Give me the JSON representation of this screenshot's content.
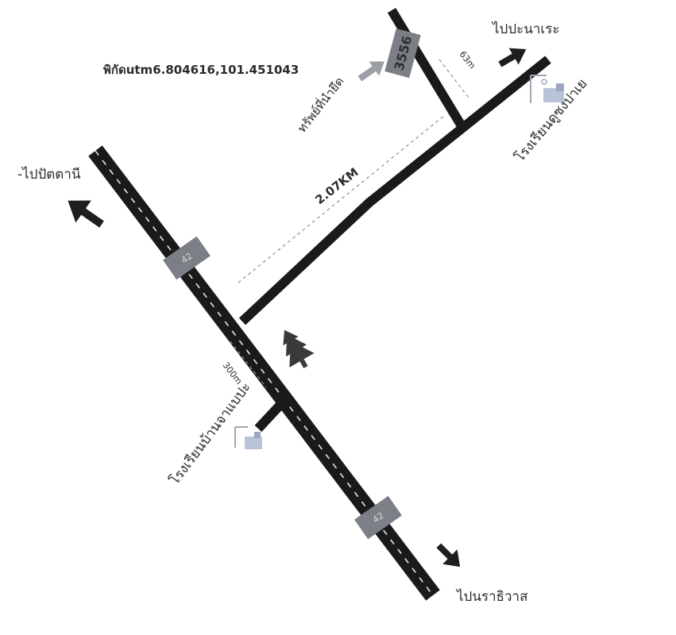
{
  "coordinates_label": "พิกัดutm6.804616,101.451043",
  "destinations": {
    "north_east": "ไปปะนาเระ",
    "north_west": "-ไปปัตตานี",
    "south_east": "ไปนราธิวาส"
  },
  "places": {
    "property": "ทรัพย์ที่นำยึด",
    "school_north": "โรงเรียนดูซงปาเย",
    "school_south": "โรงเรียนบ้านจาแบปะ"
  },
  "distances": {
    "main_branch": "2.07KM",
    "top_offset": "63m",
    "lower_offset": "300m"
  },
  "route_signs": {
    "route_number": "42",
    "local_route_number": "3556"
  },
  "icons": {
    "tree": "tree-icon",
    "school": "school-icon",
    "arrow": "direction-arrow-icon"
  },
  "colors": {
    "road": "#1a1a1a",
    "sign": "#7c7f86",
    "dimension": "#7f8fb0"
  }
}
